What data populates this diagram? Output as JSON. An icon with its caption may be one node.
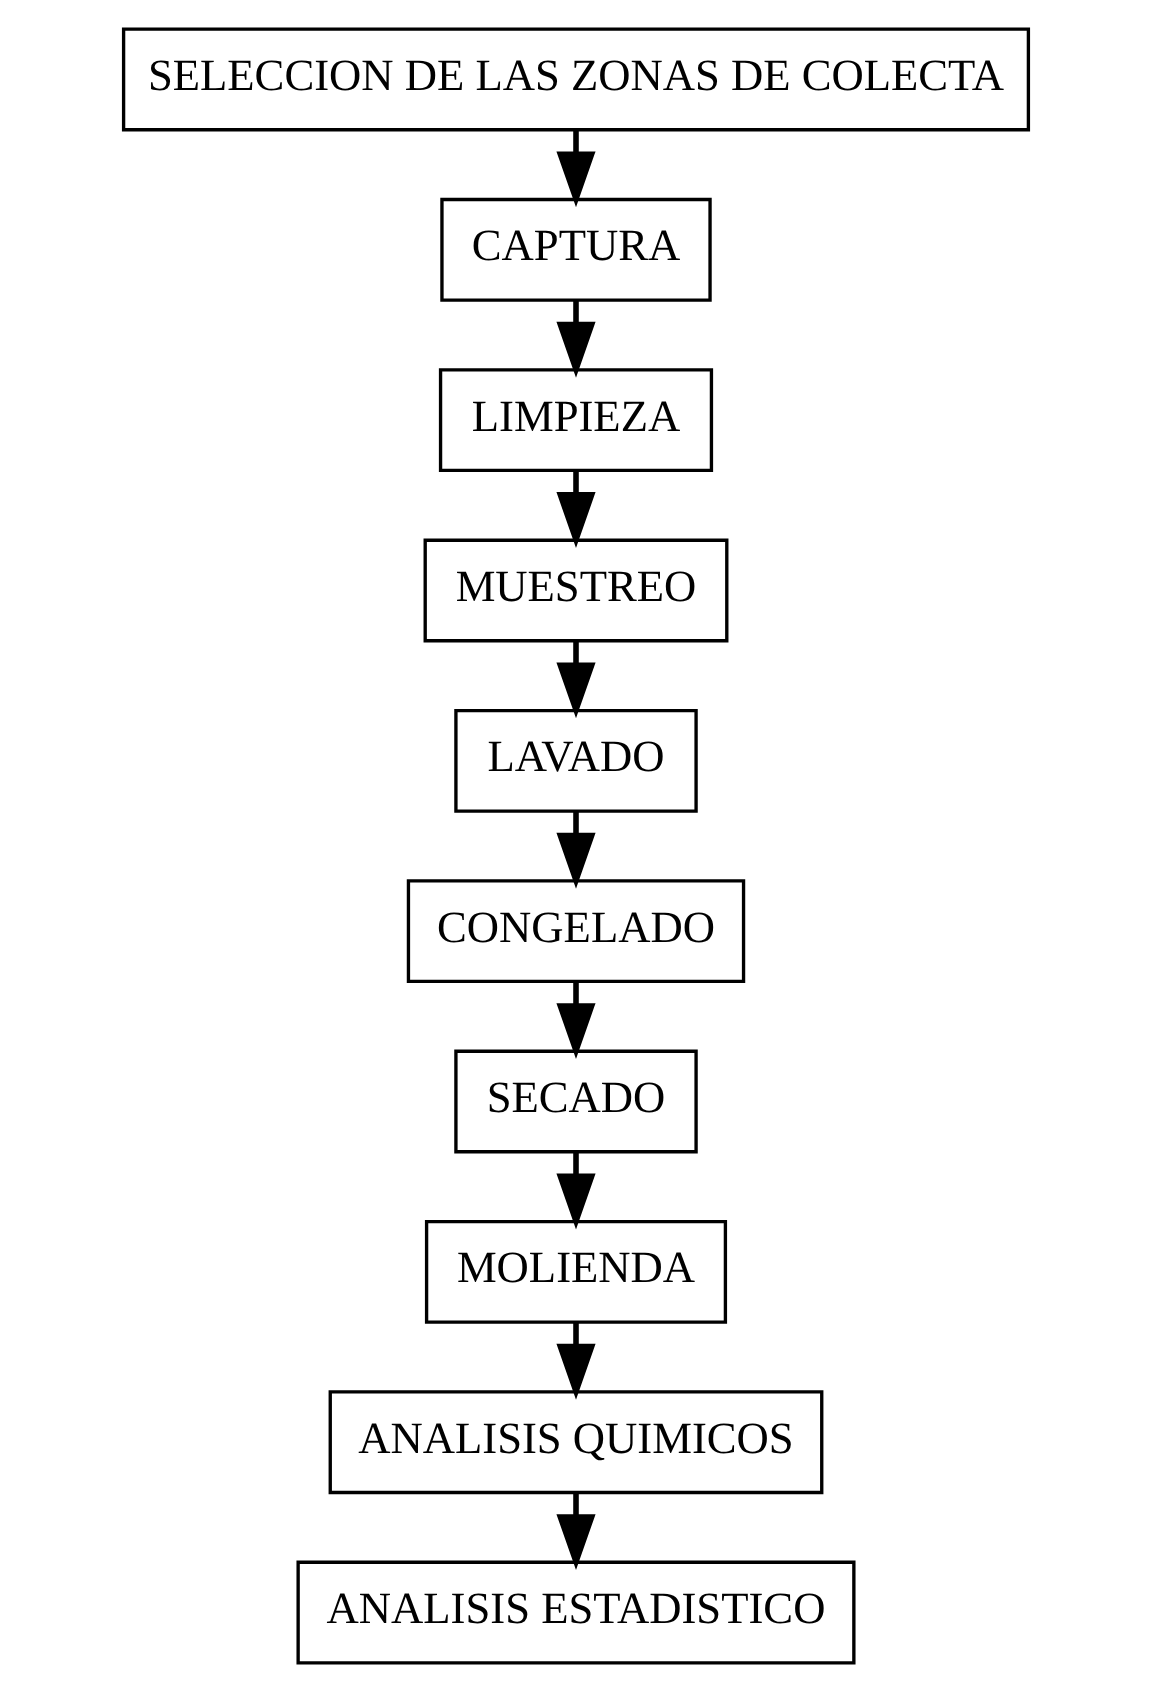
{
  "diagram": {
    "nodes": [
      {
        "text": [
          "SELECCION DE LAS ZONAS DE COLECTA"
        ]
      },
      {
        "text": [
          "CAPTURA"
        ]
      },
      {
        "text": [
          "LIMPIEZA"
        ]
      },
      {
        "text": [
          "MUESTREO"
        ]
      },
      {
        "text": [
          "LAVADO"
        ]
      },
      {
        "text": [
          "CONGELADO"
        ]
      },
      {
        "text": [
          "SECADO"
        ]
      },
      {
        "text": [
          "MOLIENDA"
        ]
      },
      {
        "text": [
          "ANALISIS QUIMICOS"
        ]
      },
      {
        "text": [
          "ANALISIS ESTADISTICO"
        ]
      }
    ],
    "edges": [
      {
        "from": 0,
        "to": 1,
        "arrow": "to"
      },
      {
        "from": 1,
        "to": 2,
        "arrow": "to"
      },
      {
        "from": 2,
        "to": 3,
        "arrow": "to"
      },
      {
        "from": 3,
        "to": 4,
        "arrow": "to"
      },
      {
        "from": 4,
        "to": 5,
        "arrow": "to"
      },
      {
        "from": 5,
        "to": 6,
        "arrow": "to"
      },
      {
        "from": 6,
        "to": 7,
        "arrow": "to"
      },
      {
        "from": 7,
        "to": 8,
        "arrow": "to"
      },
      {
        "from": 8,
        "to": 9,
        "arrow": "to"
      }
    ]
  }
}
